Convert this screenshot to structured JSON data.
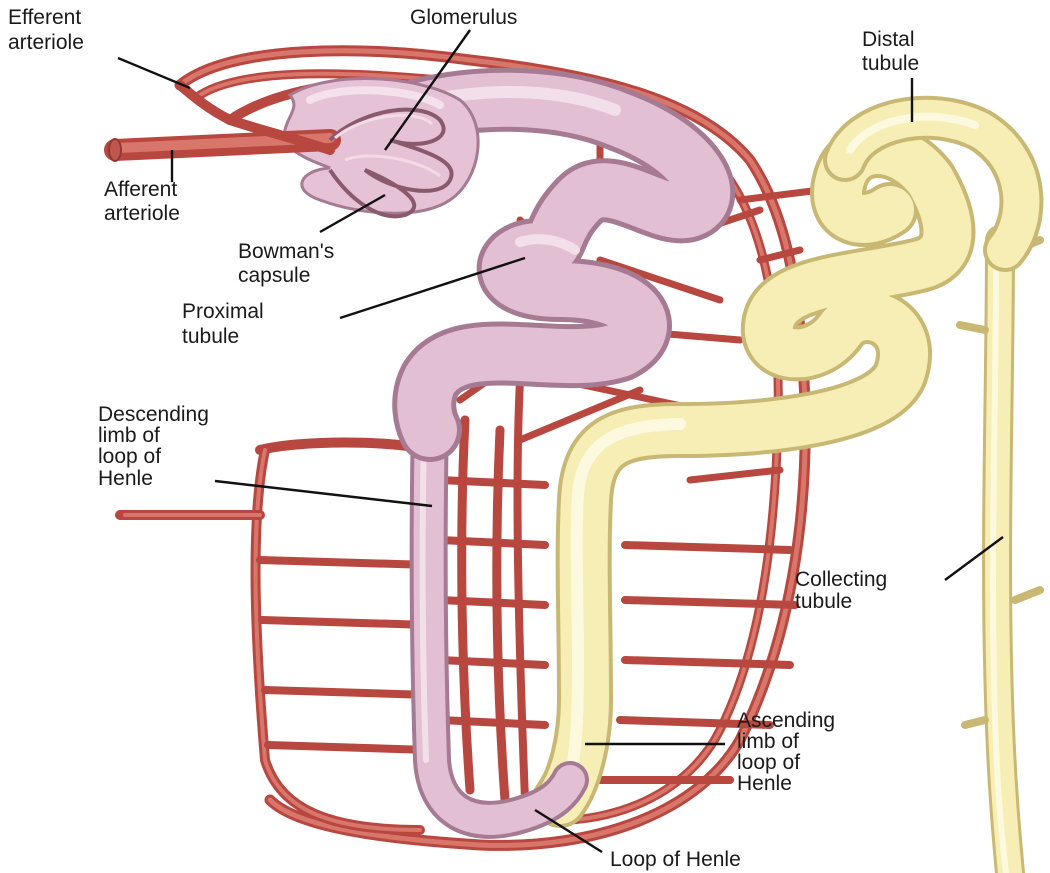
{
  "labels": {
    "efferent_arteriole": [
      "Efferent",
      "arteriole"
    ],
    "glomerulus": [
      "Glomerulus"
    ],
    "afferent_arteriole": [
      "Afferent",
      "arteriole"
    ],
    "bowmans_capsule": [
      "Bowman's",
      "capsule"
    ],
    "proximal_tubule": [
      "Proximal",
      "tubule"
    ],
    "descending_limb": [
      "Descending",
      "limb of",
      "loop of",
      "Henle"
    ],
    "distal_tubule": [
      "Distal",
      "tubule"
    ],
    "collecting_tubule": [
      "Collecting",
      "tubule"
    ],
    "ascending_limb": [
      "Ascending",
      "limb of",
      "loop of",
      "Henle"
    ],
    "loop_of_henle": [
      "Loop of Henle"
    ]
  },
  "colors": {
    "blood_vessel": "#b8473f",
    "proximal_tubule": "#e3bfd3",
    "distal_tubule": "#f6eeb4",
    "background": "#ffffff"
  }
}
